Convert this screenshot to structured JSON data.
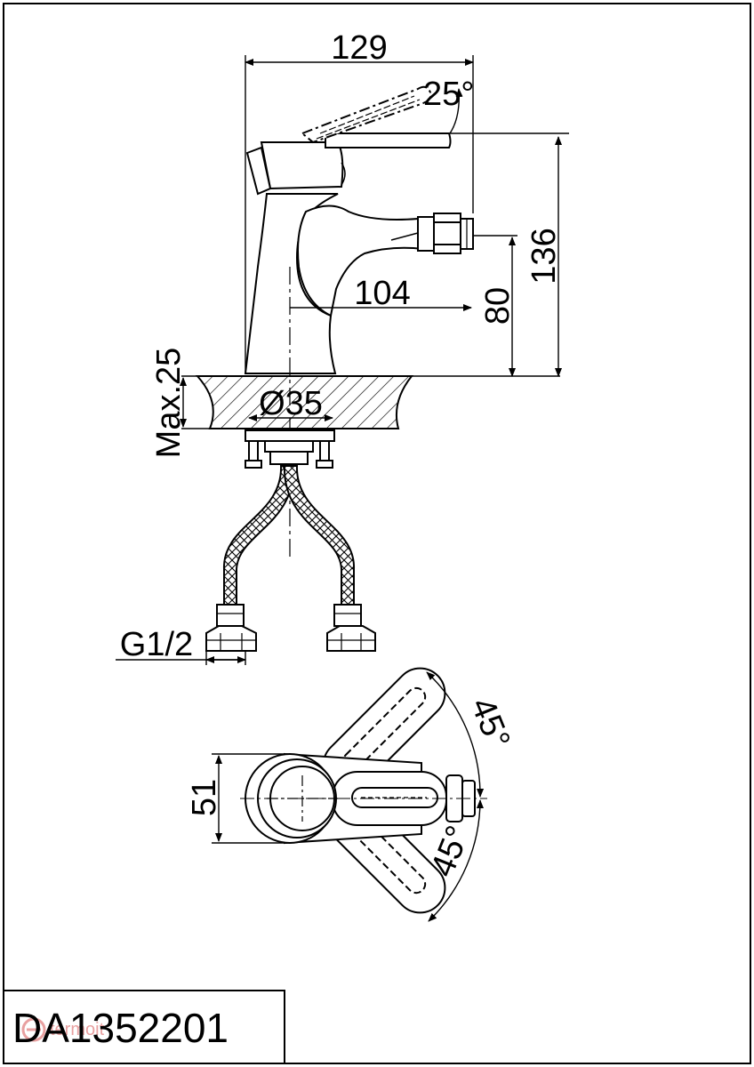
{
  "drawing": {
    "model_code": "DA1352201",
    "watermark": "termoit",
    "colors": {
      "line": "#000000",
      "background": "#ffffff",
      "watermark": "#e8a0a0"
    }
  },
  "dimensions": {
    "overall_width": "129",
    "lever_angle": "25°",
    "overall_height": "136",
    "spout_reach": "104",
    "spout_height": "80",
    "max_deck_thickness": "Max.25",
    "hole_diameter": "Ø35",
    "connection_thread": "G1/2",
    "body_width": "51",
    "swivel_angle_upper": "45°",
    "swivel_angle_lower": "45°"
  }
}
